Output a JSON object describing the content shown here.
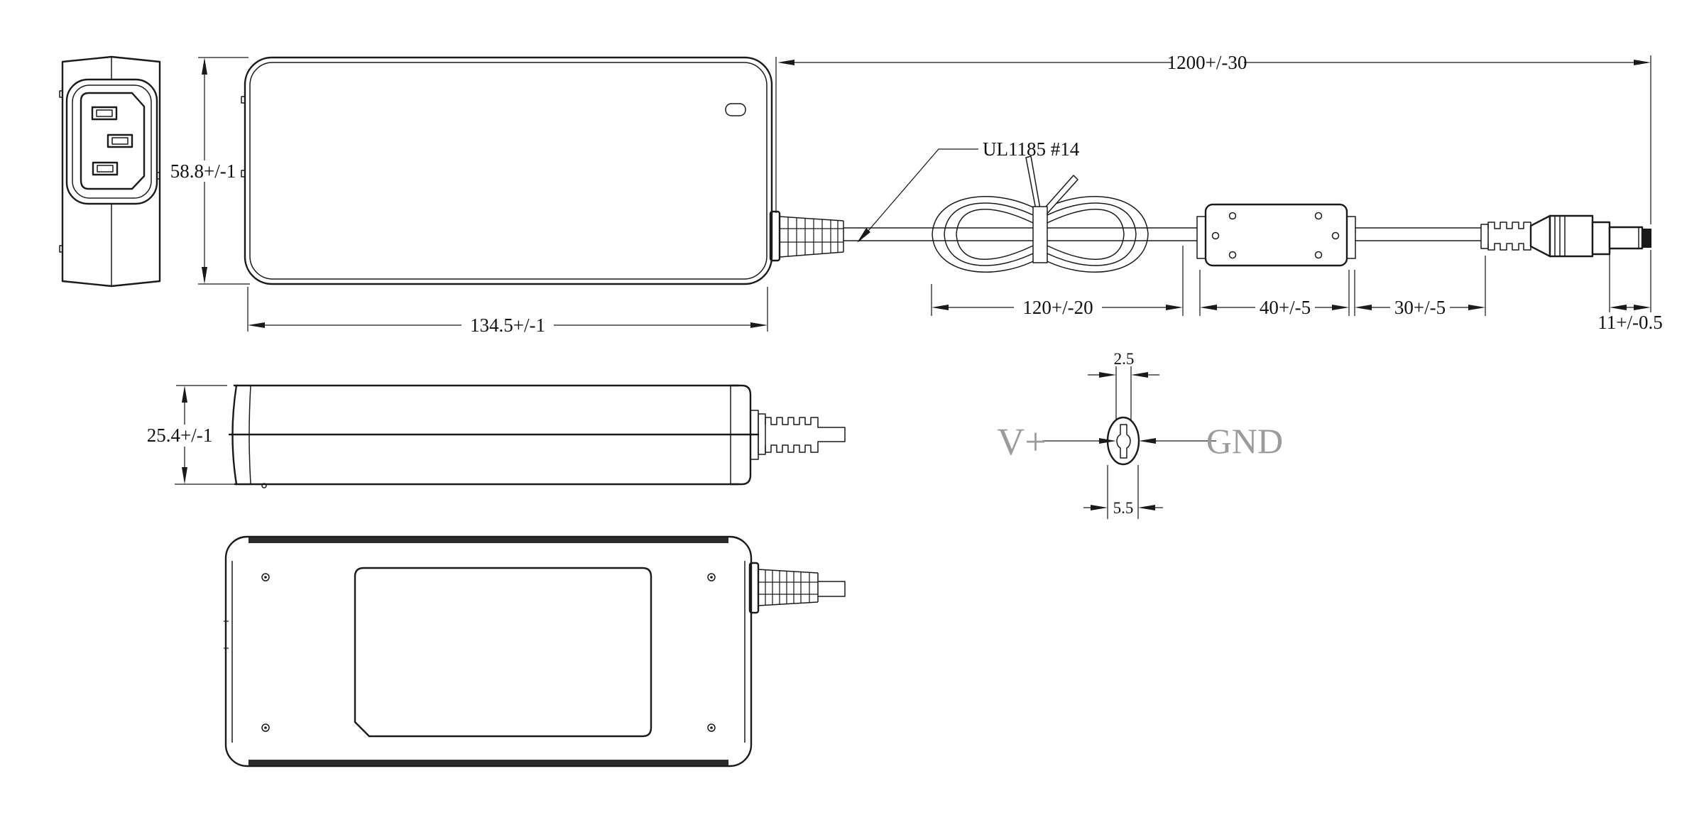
{
  "drawing": {
    "dimensions": {
      "cable_overall": "1200+/-30",
      "body_height": "58.8+/-1",
      "body_length": "134.5+/-1",
      "body_thickness": "25.4+/-1",
      "cable_loop": "120+/-20",
      "ferrite": "40+/-5",
      "tail": "30+/-5",
      "plug": "11+/-0.5",
      "pin_slot": "2.5",
      "barrel": "5.5"
    },
    "labels": {
      "cable_spec": "UL1185 #14",
      "vplus": "V+",
      "gnd": "GND"
    },
    "colors": {
      "line": "#1a1a1a",
      "polarity_text": "#9b9b9b",
      "background": "#ffffff"
    }
  }
}
